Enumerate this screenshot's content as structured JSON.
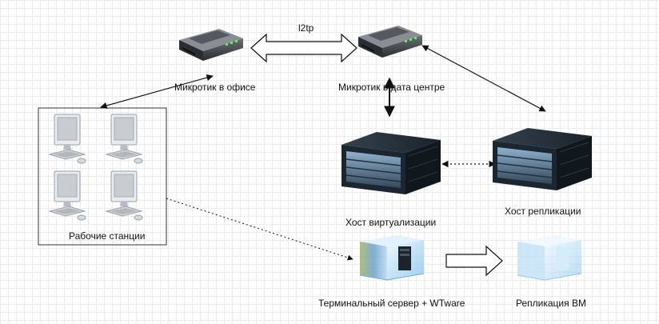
{
  "diagram": {
    "tunnel_label": "l2tp",
    "nodes": {
      "router_office": {
        "label": "Микротик в офисе",
        "icon": "router-icon"
      },
      "router_dc": {
        "label": "Микротик в дата центре",
        "icon": "router-icon"
      },
      "workstations": {
        "label": "Рабочие станции",
        "icon": "computer-icon"
      },
      "host_virt": {
        "label": "Хост виртуализации",
        "icon": "rack-server-icon"
      },
      "host_repl": {
        "label": "Хост репликации",
        "icon": "rack-server-icon"
      },
      "terminal": {
        "label": "Терминальный сервер + WTware",
        "icon": "virtual-server-icon"
      },
      "vm_repl": {
        "label": "Репликация ВМ",
        "icon": "virtual-server-icon"
      }
    },
    "colors": {
      "router_body": "#3a3d42",
      "server_body": "#1f2a33",
      "server_face": "#6a8fb0",
      "screen": "#cfd3d8",
      "vm_glass": "#9fd3f5",
      "line": "#111111"
    }
  }
}
